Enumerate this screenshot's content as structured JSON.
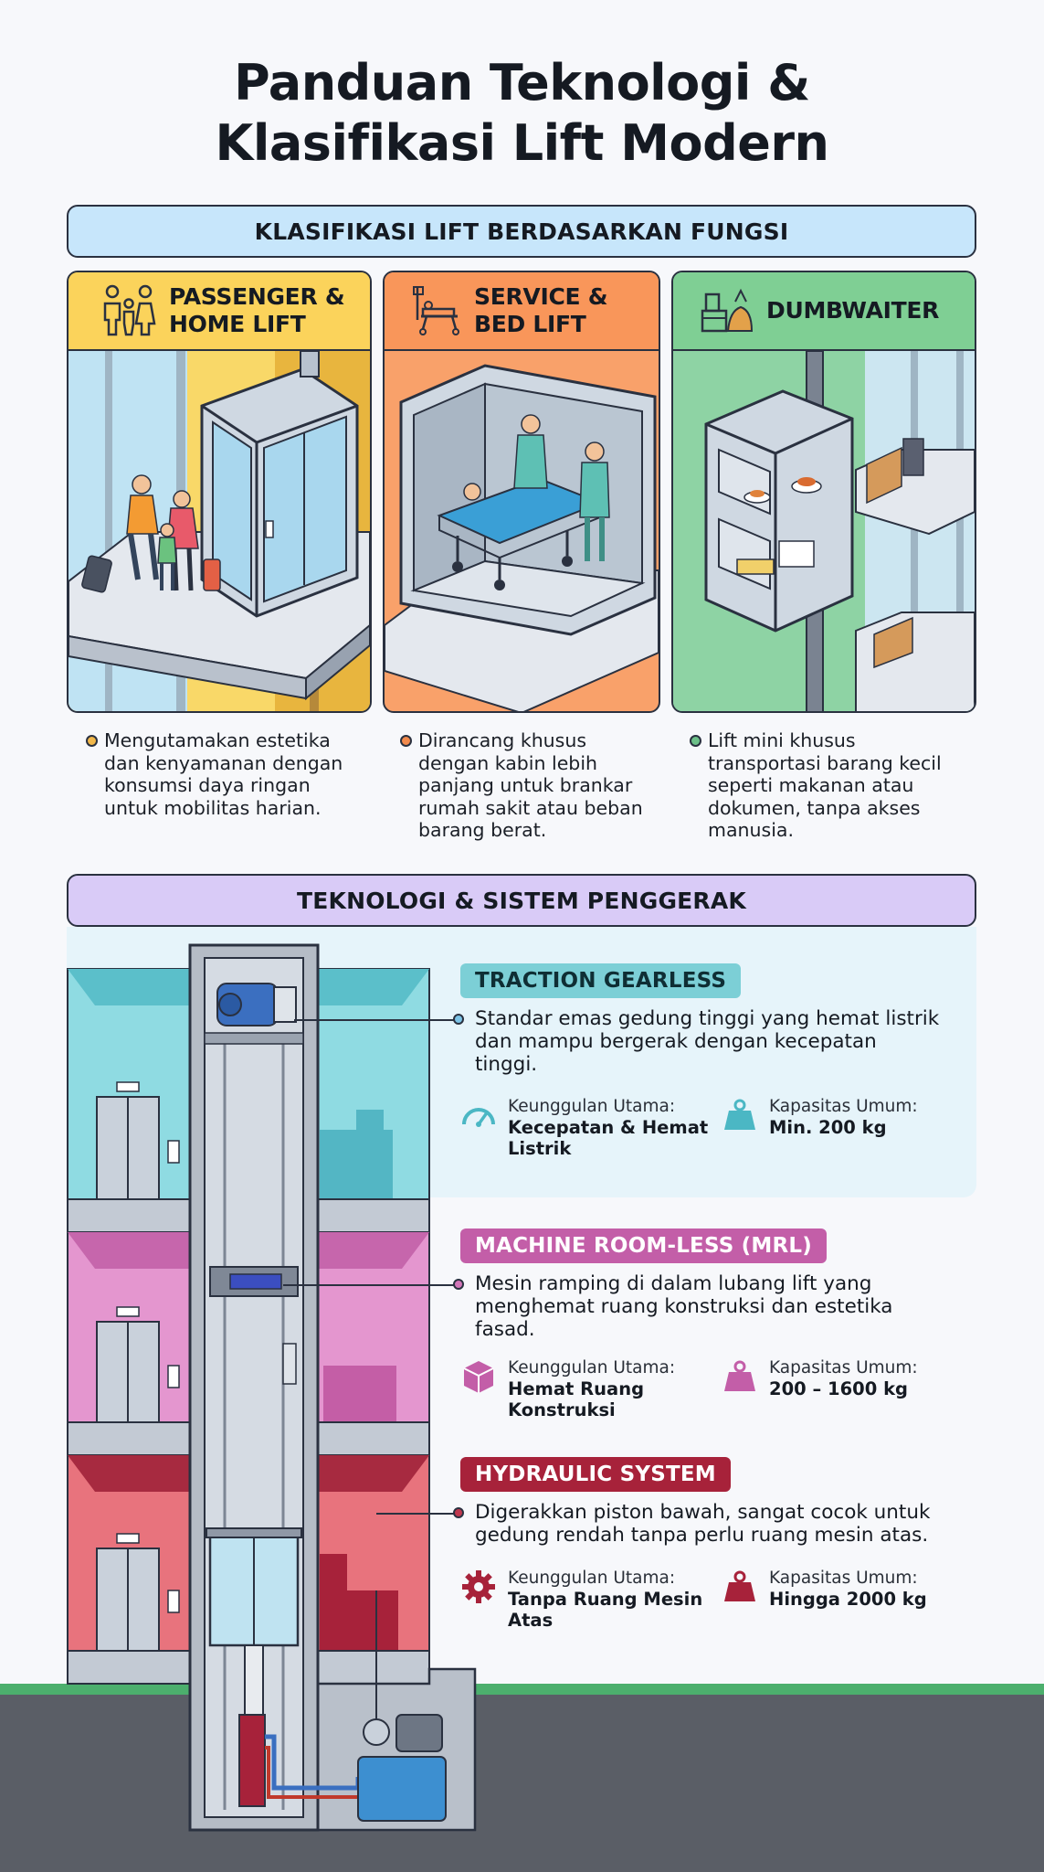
{
  "title_line1": "Panduan Teknologi &",
  "title_line2": "Klasifikasi Lift Modern",
  "section_function": "KLASIFIKASI LIFT BERDASARKAN FUNGSI",
  "section_tech": "TEKNOLOGI & SISTEM PENGGERAK",
  "cards": [
    {
      "title_line1": "PASSENGER &",
      "title_line2": "HOME LIFT",
      "icon": "family-icon",
      "color": "#fbd35b",
      "desc_lines": [
        "Mengutamakan estetika",
        "dan kenyamanan dengan",
        "konsumsi daya ringan",
        "untuk mobilitas harian."
      ]
    },
    {
      "title_line1": "SERVICE &",
      "title_line2": "BED LIFT",
      "icon": "hospital-bed-icon",
      "color": "#f9965a",
      "desc_lines": [
        "Dirancang khusus",
        "dengan kabin lebih",
        "panjang untuk brankar",
        "rumah sakit atau beban",
        "barang berat."
      ]
    },
    {
      "title": "DUMBWAITER",
      "icon": "food-package-icon",
      "color": "#7fcf94",
      "desc_lines": [
        "Lift mini khusus",
        "transportasi barang kecil",
        "seperti makanan atau",
        "dokumen, tanpa akses",
        "manusia."
      ]
    }
  ],
  "technologies": [
    {
      "name": "TRACTION GEARLESS",
      "label_color": "#7ccfd6",
      "desc_lines": [
        "Standar emas gedung tinggi yang hemat listrik",
        "dan mampu bergerak dengan kecepatan",
        "tinggi."
      ],
      "advantage_label": "Keunggulan Utama:",
      "advantage_lines": [
        "Kecepatan & Hemat",
        "Listrik"
      ],
      "advantage_icon": "speedometer-icon",
      "capacity_label": "Kapasitas Umum:",
      "capacity": "Min. 200 kg",
      "capacity_icon": "weight-icon"
    },
    {
      "name": "MACHINE ROOM-LESS (MRL)",
      "label_color": "#c35ea8",
      "desc_lines": [
        "Mesin ramping di dalam lubang lift yang",
        "menghemat ruang konstruksi dan estetika",
        "fasad."
      ],
      "advantage_label": "Keunggulan Utama:",
      "advantage_lines": [
        "Hemat Ruang",
        "Konstruksi"
      ],
      "advantage_icon": "box-icon",
      "capacity_label": "Kapasitas Umum:",
      "capacity": "200 – 1600 kg",
      "capacity_icon": "weight-icon"
    },
    {
      "name": "HYDRAULIC SYSTEM",
      "label_color": "#a7223a",
      "desc_lines": [
        "Digerakkan piston bawah, sangat cocok untuk",
        "gedung rendah tanpa perlu ruang mesin atas."
      ],
      "advantage_label": "Keunggulan Utama:",
      "advantage_lines": [
        "Tanpa Ruang Mesin",
        "Atas"
      ],
      "advantage_icon": "gear-icon",
      "capacity_label": "Kapasitas Umum:",
      "capacity": "Hingga 2000 kg",
      "capacity_icon": "weight-icon"
    }
  ]
}
